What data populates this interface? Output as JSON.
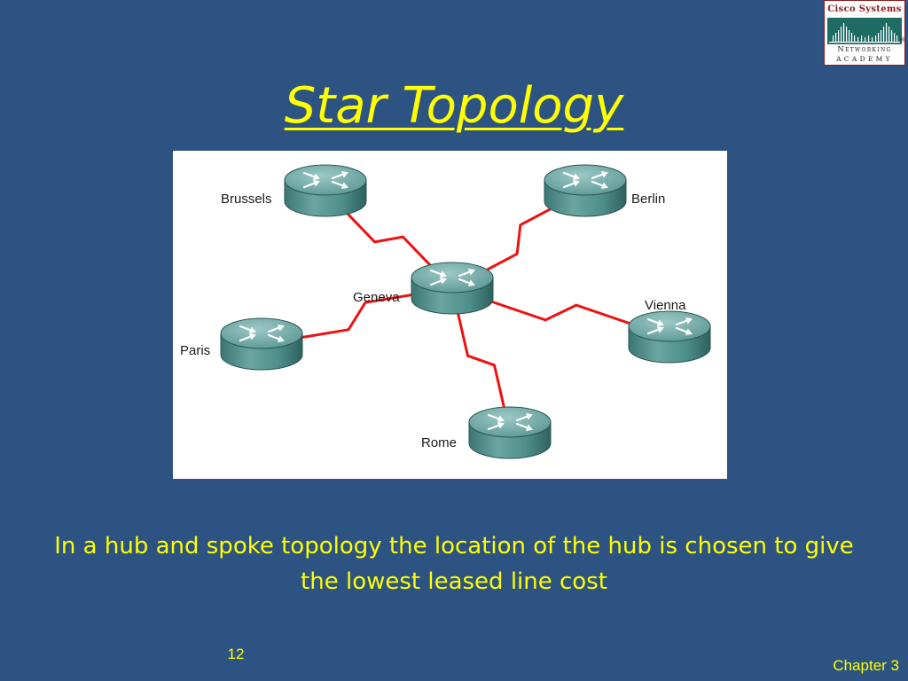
{
  "slide": {
    "title": "Star Topology",
    "caption": "In a hub and spoke topology the location of the hub is chosen to give the lowest leased line cost",
    "page_number": "12",
    "chapter": "Chapter 3"
  },
  "logo": {
    "top_text": "Cisco Systems",
    "middle_text": "Networking",
    "bottom_text": "Academy",
    "registered_mark": "®"
  },
  "diagram": {
    "hub": "Geneva",
    "routers": [
      "Brussels",
      "Berlin",
      "Geneva",
      "Vienna",
      "Paris",
      "Rome"
    ],
    "links": [
      [
        "Geneva",
        "Brussels"
      ],
      [
        "Geneva",
        "Berlin"
      ],
      [
        "Geneva",
        "Vienna"
      ],
      [
        "Geneva",
        "Paris"
      ],
      [
        "Geneva",
        "Rome"
      ]
    ],
    "link_color": "#ee1111",
    "router_color": "#4f8f8b"
  },
  "colors": {
    "background": "#2c5382",
    "text": "#ffff00"
  }
}
